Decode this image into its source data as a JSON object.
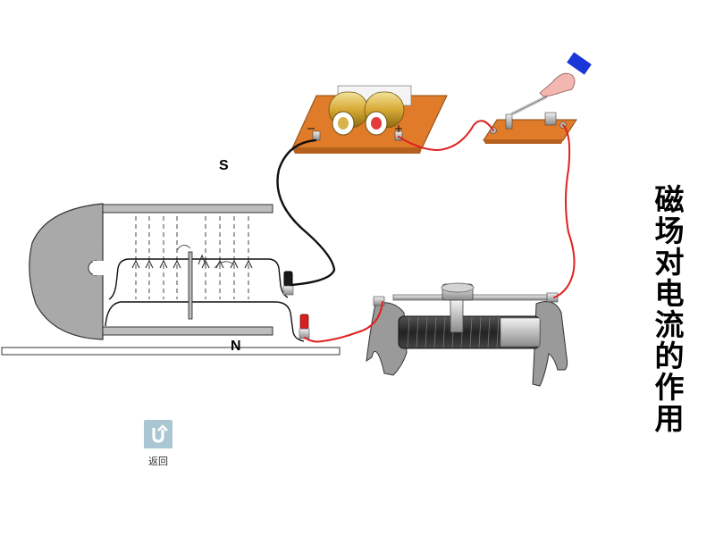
{
  "labels": {
    "pole_top": "S",
    "pole_bottom": "N"
  },
  "title": "磁场对电流的作用",
  "nav": {
    "back_label": "返回",
    "back_icon": "u-turn-arrow-icon"
  },
  "colors": {
    "wood": "#e07b2a",
    "wire_red": "#e02020",
    "wire_black": "#111111",
    "magnet_gray": "#aaaaaa",
    "rail_gray": "#b5b5b5",
    "coil_dark": "#2a2a2a",
    "back_icon_bg": "#a9c6d2"
  }
}
